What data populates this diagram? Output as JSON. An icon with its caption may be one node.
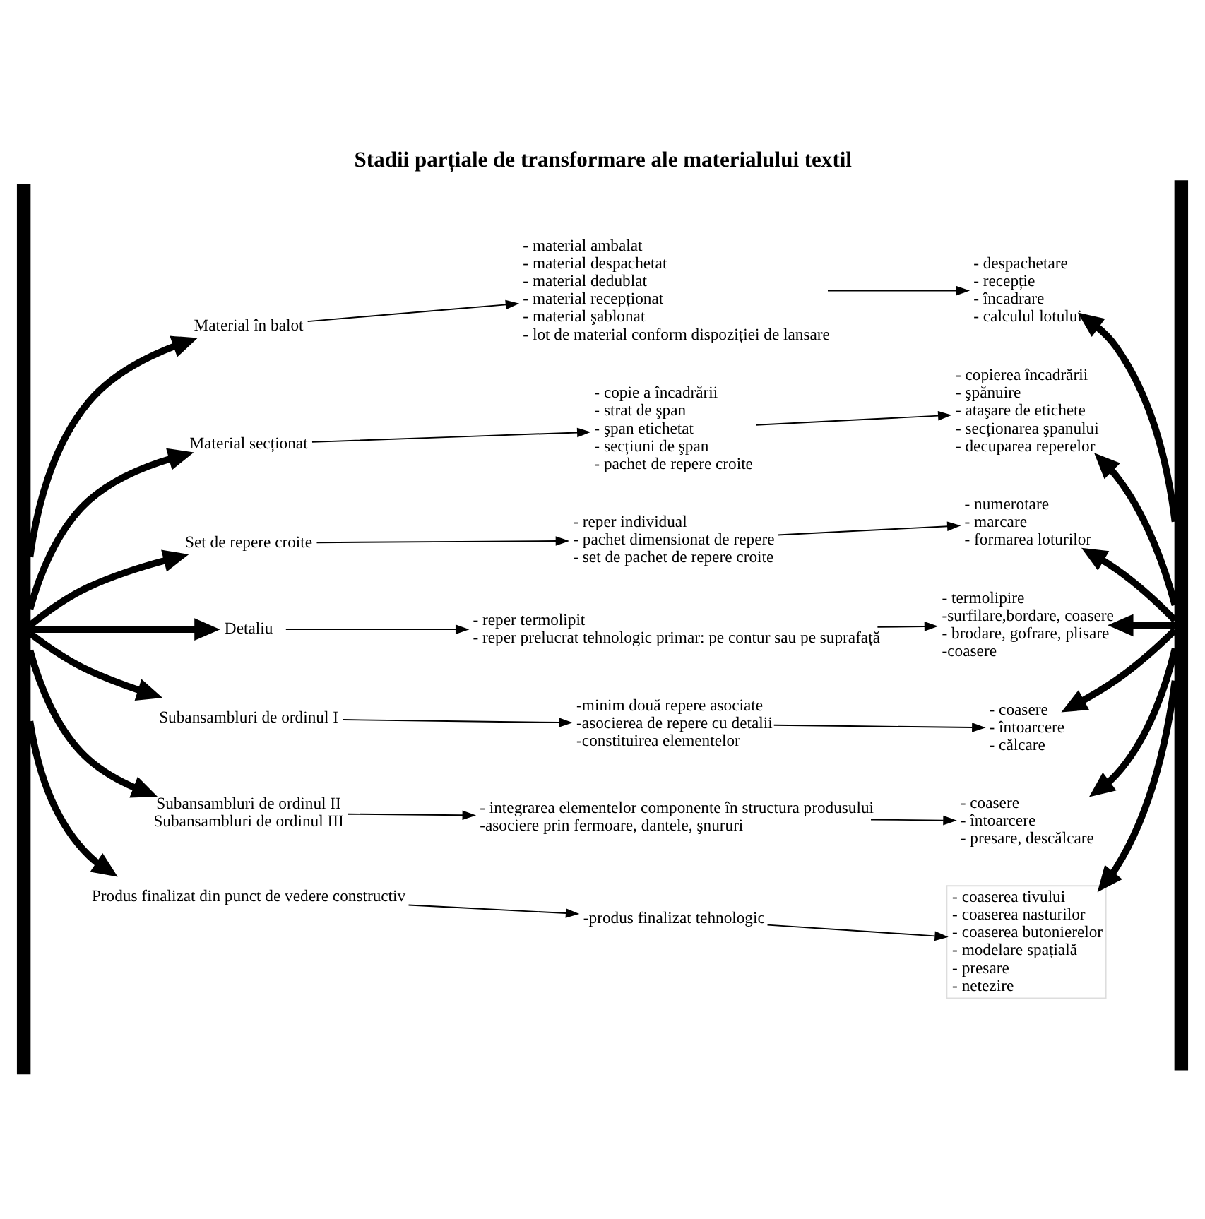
{
  "diagram": {
    "title": "Stadii parțiale de transformare ale materialului textil",
    "nodes": [
      {
        "text": [],
        "shape": "bar"
      },
      {
        "text": [],
        "shape": "bar"
      },
      {
        "text": [
          "Material în balot"
        ]
      },
      {
        "text": [
          "- material ambalat",
          "- material despachetat",
          "- material dedublat",
          "- material recepționat",
          "- material şablonat",
          "- lot de material conform dispoziției de lansare"
        ]
      },
      {
        "text": [
          "- despachetare",
          "- recepție",
          "- încadrare",
          "- calculul lotului"
        ]
      },
      {
        "text": [
          "Material secționat"
        ]
      },
      {
        "text": [
          "- copie a încadrării",
          "- strat de şpan",
          "- şpan etichetat",
          "- secțiuni de şpan",
          "- pachet de repere croite"
        ]
      },
      {
        "text": [
          "- copierea încadrării",
          "- şpănuire",
          "- ataşare de etichete",
          "- secționarea şpanului",
          "- decuparea reperelor"
        ]
      },
      {
        "text": [
          "Set de repere croite"
        ]
      },
      {
        "text": [
          "- reper individual",
          "- pachet dimensionat de repere",
          "- set de pachet de repere croite"
        ]
      },
      {
        "text": [
          "- numerotare",
          "- marcare",
          "- formarea loturilor"
        ]
      },
      {
        "text": [
          "Detaliu"
        ]
      },
      {
        "text": [
          "- reper termolipit",
          "- reper prelucrat tehnologic primar: pe contur sau pe suprafață"
        ]
      },
      {
        "text": [
          "- termolipire",
          "-surfilare,bordare, coasere",
          "- brodare, gofrare, plisare",
          "-coasere"
        ]
      },
      {
        "text": [
          "Subansambluri de ordinul I"
        ]
      },
      {
        "text": [
          "-minim două repere asociate",
          "-asocierea de repere cu detalii",
          "-constituirea elementelor"
        ]
      },
      {
        "text": [
          "- coasere",
          "- întoarcere",
          "- călcare"
        ]
      },
      {
        "text": [
          "Subansambluri de ordinul II",
          "Subansambluri de ordinul III"
        ]
      },
      {
        "text": [
          "- integrarea elementelor componente în structura produsului",
          "-asociere prin fermoare, dantele, şnururi"
        ]
      },
      {
        "text": [
          "- coasere",
          "- întoarcere",
          "- presare, descălcare"
        ]
      },
      {
        "text": [
          "Produs finalizat din punct de vedere constructiv"
        ]
      },
      {
        "text": [
          "-produs finalizat tehnologic"
        ]
      },
      {
        "text": [
          "- coaserea tivului",
          "- coaserea nasturilor",
          "- coaserea butonierelor",
          "- modelare spațială",
          "- presare",
          "- netezire"
        ]
      }
    ],
    "edges": [
      {
        "from": 0,
        "to": 2,
        "arrow": "to",
        "style": "thick"
      },
      {
        "from": 2,
        "to": 3,
        "arrow": "to"
      },
      {
        "from": 3,
        "to": 4,
        "arrow": "to"
      },
      {
        "from": 1,
        "to": 4,
        "arrow": "to",
        "style": "thick"
      },
      {
        "from": 0,
        "to": 5,
        "arrow": "to",
        "style": "thick"
      },
      {
        "from": 5,
        "to": 6,
        "arrow": "to"
      },
      {
        "from": 6,
        "to": 7,
        "arrow": "to"
      },
      {
        "from": 1,
        "to": 7,
        "arrow": "to",
        "style": "thick"
      },
      {
        "from": 0,
        "to": 8,
        "arrow": "to",
        "style": "thick"
      },
      {
        "from": 8,
        "to": 9,
        "arrow": "to"
      },
      {
        "from": 9,
        "to": 10,
        "arrow": "to"
      },
      {
        "from": 1,
        "to": 10,
        "arrow": "to",
        "style": "thick"
      },
      {
        "from": 0,
        "to": 11,
        "arrow": "to",
        "style": "thick"
      },
      {
        "from": 11,
        "to": 12,
        "arrow": "to"
      },
      {
        "from": 12,
        "to": 13,
        "arrow": "to"
      },
      {
        "from": 1,
        "to": 13,
        "arrow": "to",
        "style": "thick"
      },
      {
        "from": 0,
        "to": 14,
        "arrow": "to",
        "style": "thick"
      },
      {
        "from": 14,
        "to": 15,
        "arrow": "to"
      },
      {
        "from": 15,
        "to": 16,
        "arrow": "to"
      },
      {
        "from": 1,
        "to": 16,
        "arrow": "to",
        "style": "thick"
      },
      {
        "from": 0,
        "to": 17,
        "arrow": "to",
        "style": "thick"
      },
      {
        "from": 17,
        "to": 18,
        "arrow": "to"
      },
      {
        "from": 18,
        "to": 19,
        "arrow": "to"
      },
      {
        "from": 1,
        "to": 19,
        "arrow": "to",
        "style": "thick"
      },
      {
        "from": 0,
        "to": 20,
        "arrow": "to",
        "style": "thick"
      },
      {
        "from": 20,
        "to": 21,
        "arrow": "to"
      },
      {
        "from": 21,
        "to": 22,
        "arrow": "to"
      },
      {
        "from": 1,
        "to": 22,
        "arrow": "to",
        "style": "thick"
      }
    ]
  }
}
